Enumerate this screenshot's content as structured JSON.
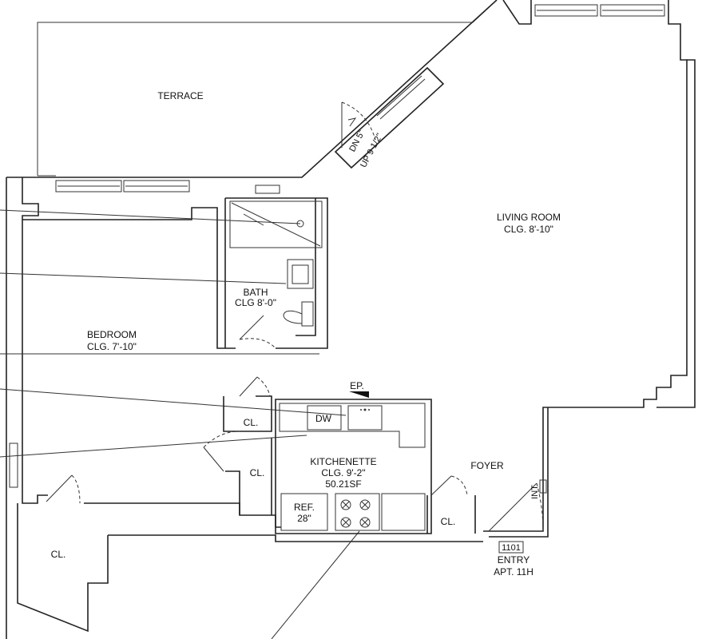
{
  "rooms": {
    "terrace": "TERRACE",
    "living_room": {
      "name": "LIVING ROOM",
      "ceiling": "CLG. 8'-10\""
    },
    "bedroom": {
      "name": "BEDROOM",
      "ceiling": "CLG. 7'-10\""
    },
    "bath": {
      "name": "BATH",
      "ceiling": "CLG 8'-0\""
    },
    "kitchenette": {
      "name": "KITCHENETTE",
      "ceiling": "CLG. 9'-2\"",
      "area": "50.21SF"
    },
    "foyer": "FOYER",
    "closet_upper": "CL.",
    "closet_middle": "CL.",
    "closet_lower": "CL.",
    "closet_foyer": "CL."
  },
  "fixtures": {
    "dishwasher": "DW",
    "electric_panel": "EP.",
    "refrigerator": "REF.",
    "refrigerator_size": "28\"",
    "intercom": "INT"
  },
  "stair": {
    "down": "DN 5\"",
    "up": "UP 9 1/2\""
  },
  "entry": {
    "unit_number": "1101",
    "label": "ENTRY",
    "apartment": "APT. 11H"
  }
}
